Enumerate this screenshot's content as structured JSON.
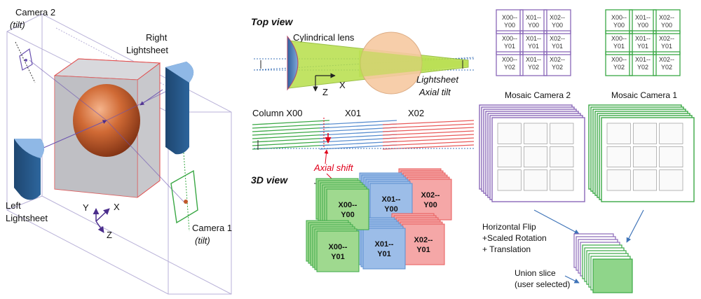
{
  "left_panel": {
    "camera2": "Camera 2",
    "camera2_tilt": "(tilt)",
    "right_lightsheet_1": "Right",
    "right_lightsheet_2": "Lightsheet",
    "left_lightsheet_1": "Left",
    "left_lightsheet_2": "Lightsheet",
    "camera1": "Camera 1",
    "camera1_tilt": "(tilt)",
    "axis_y": "Y",
    "axis_x": "X",
    "axis_z": "Z"
  },
  "middle_panel": {
    "top_view": "Top view",
    "cylindrical_lens": "Cylindrical lens",
    "axis_z": "Z",
    "axis_x": "X",
    "lightsheet": "Lightsheet",
    "axial_tilt": "Axial tilt",
    "column_x00": "Column X00",
    "col_x01": "X01",
    "col_x02": "X02",
    "axial_shift": "Axial shift",
    "view3d": "3D view",
    "tiles": [
      {
        "line1": "X00--",
        "line2": "Y00"
      },
      {
        "line1": "X01--",
        "line2": "Y00"
      },
      {
        "line1": "X02--",
        "line2": "Y00"
      },
      {
        "line1": "X00--",
        "line2": "Y01"
      },
      {
        "line1": "X01--",
        "line2": "Y01"
      },
      {
        "line1": "X02--",
        "line2": "Y01"
      }
    ]
  },
  "right_panel": {
    "mosaic_camera2": "Mosaic Camera 2",
    "mosaic_camera1": "Mosaic Camera 1",
    "mosaic_tiles": [
      [
        "X00--",
        "Y00"
      ],
      [
        "X01--",
        "Y00"
      ],
      [
        "X02--",
        "Y00"
      ],
      [
        "X00--",
        "Y01"
      ],
      [
        "X01--",
        "Y01"
      ],
      [
        "X02--",
        "Y01"
      ],
      [
        "X00--",
        "Y02"
      ],
      [
        "X01--",
        "Y02"
      ],
      [
        "X02--",
        "Y02"
      ]
    ],
    "transform_1": "Horizontal Flip",
    "transform_2": "+Scaled Rotation",
    "transform_3": "+ Translation",
    "union_1": "Union slice",
    "union_2": "(user selected)"
  },
  "colors": {
    "green": "#3aa845",
    "blue": "#5b8fd0",
    "red": "#e85a5a",
    "purple": "#8a68b8",
    "lightsheet_blue": "#2f5f93",
    "sphere": "#c0582b",
    "accent_red": "#e0001b"
  }
}
